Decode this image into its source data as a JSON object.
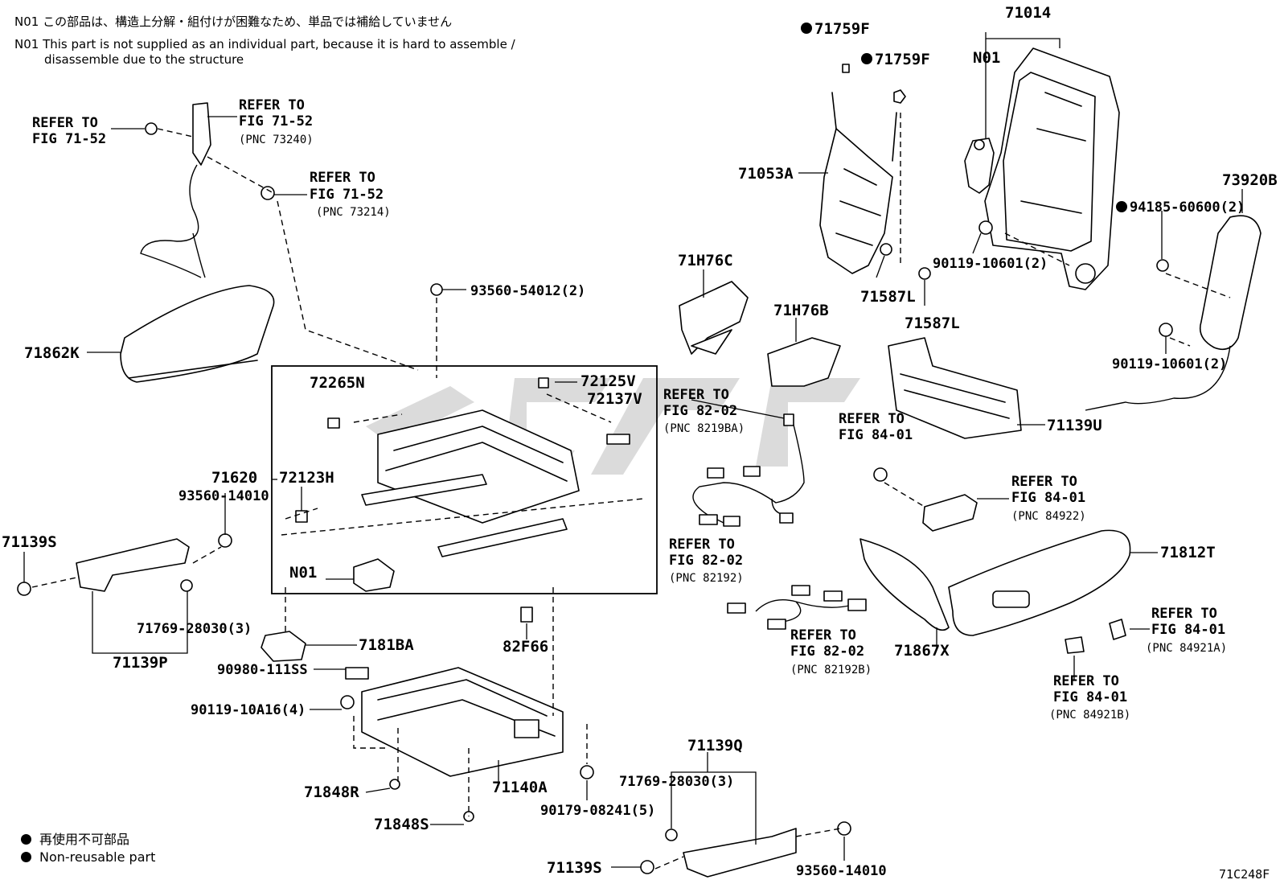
{
  "notes": {
    "n01_jp": "N01 この部品は、構造上分解・組付けが困難なため、単品では補給していません",
    "n01_en_line1": "N01 This part is not supplied as an individual part, because it is hard to assemble /",
    "n01_en_line2": "disassemble due to the structure"
  },
  "legend": {
    "jp": "再使用不可部品",
    "en": "Non-reusable part"
  },
  "figure_code": "71C248F",
  "labels": {
    "p71759F_a": "71759F",
    "p71759F_b": "71759F",
    "p71014": "71014",
    "n01_top": "N01",
    "p71053A": "71053A",
    "p73920B": "73920B",
    "p94185": "94185-60600(2)",
    "p90119_10601_a": "90119-10601(2)",
    "p90119_10601_b": "90119-10601(2)",
    "p71587L_a": "71587L",
    "p71587L_b": "71587L",
    "p71H76C": "71H76C",
    "p71H76B": "71H76B",
    "p71139U": "71139U",
    "p93560_54012": "93560-54012(2)",
    "p72265N": "72265N",
    "p72125V": "72125V",
    "p72137V": "72137V",
    "p71620": "71620",
    "p72123H": "72123H",
    "p93560_14010_a": "93560-14010",
    "p71139S_a": "71139S",
    "n01_mid": "N01",
    "p71769_a": "71769-28030(3)",
    "p71139P": "71139P",
    "p7181BA": "7181BA",
    "p90980": "90980-111SS",
    "p82F66": "82F66",
    "p90119_10A16": "90119-10A16(4)",
    "p71140A": "71140A",
    "p71848R": "71848R",
    "p71848S": "71848S",
    "p90179": "90179-08241(5)",
    "p71139Q": "71139Q",
    "p71769_b": "71769-28030(3)",
    "p71139S_b": "71139S",
    "p93560_14010_b": "93560-14010",
    "p71862K": "71862K",
    "p71812T": "71812T",
    "p71867X": "71867X",
    "refer_to": "REFER TO",
    "fig_71_52": "FIG 71-52",
    "pnc_73240": "(PNC 73240)",
    "pnc_73214": "(PNC 73214)",
    "fig_82_02": "FIG 82-02",
    "pnc_8219BA": "(PNC 8219BA)",
    "fig_84_01": "FIG 84-01",
    "pnc_84922": "(PNC 84922)",
    "pnc_82192": "(PNC 82192)",
    "pnc_82192B": "(PNC 82192B)",
    "pnc_84921A": "(PNC 84921A)",
    "pnc_84921B": "(PNC 84921B)"
  }
}
